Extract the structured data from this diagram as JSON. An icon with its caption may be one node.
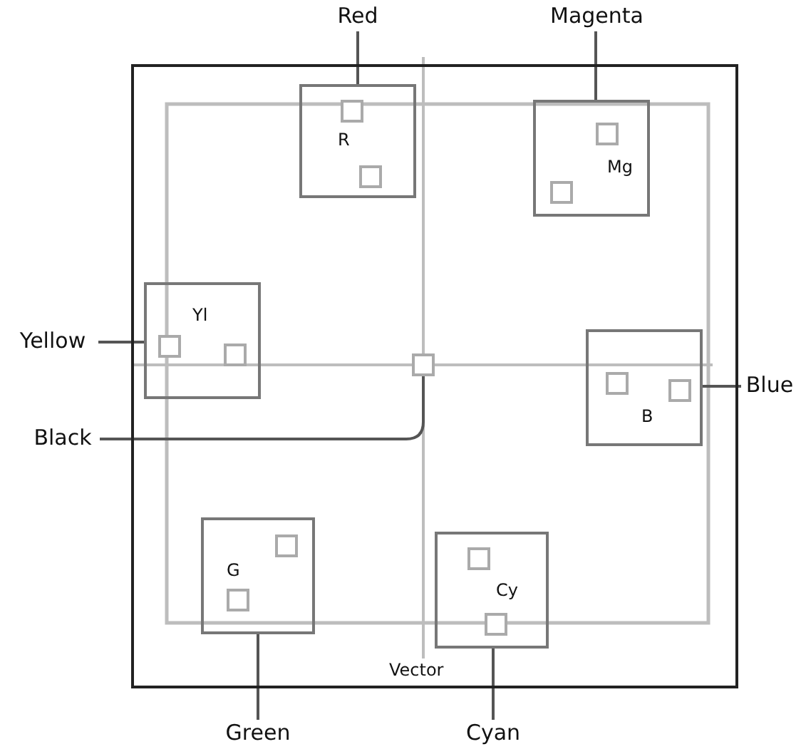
{
  "diagram": {
    "nodes": [
      {
        "text": [],
        "shape": "box"
      },
      {
        "text": [
          "R"
        ],
        "in": 0
      },
      {
        "text": [
          "Mg"
        ],
        "in": 0
      },
      {
        "text": [
          "Yl"
        ],
        "in": 0
      },
      {
        "text": [
          "B"
        ],
        "in": 0
      },
      {
        "text": [
          "G"
        ],
        "in": 0
      },
      {
        "text": [
          "Cy"
        ],
        "in": 0
      },
      {
        "text": [],
        "shape": "box",
        "in": 0
      },
      {
        "text": [
          "Red"
        ]
      },
      {
        "text": [
          "Magenta"
        ]
      },
      {
        "text": [
          "Yellow"
        ]
      },
      {
        "text": [
          "Blue"
        ]
      },
      {
        "text": [
          "Black"
        ]
      },
      {
        "text": [
          "Green"
        ]
      },
      {
        "text": [
          "Cyan"
        ]
      }
    ],
    "edges": [
      {
        "from": 8,
        "to": 1,
        "arrow": "none"
      },
      {
        "from": 9,
        "to": 2,
        "arrow": "none"
      },
      {
        "from": 10,
        "to": 3,
        "arrow": "none"
      },
      {
        "from": 11,
        "to": 4,
        "arrow": "none"
      },
      {
        "from": 12,
        "to": 7,
        "arrow": "none"
      },
      {
        "from": 13,
        "to": 5,
        "arrow": "none"
      },
      {
        "from": 14,
        "to": 6,
        "arrow": "none"
      }
    ],
    "labels": [
      "Vector"
    ]
  }
}
